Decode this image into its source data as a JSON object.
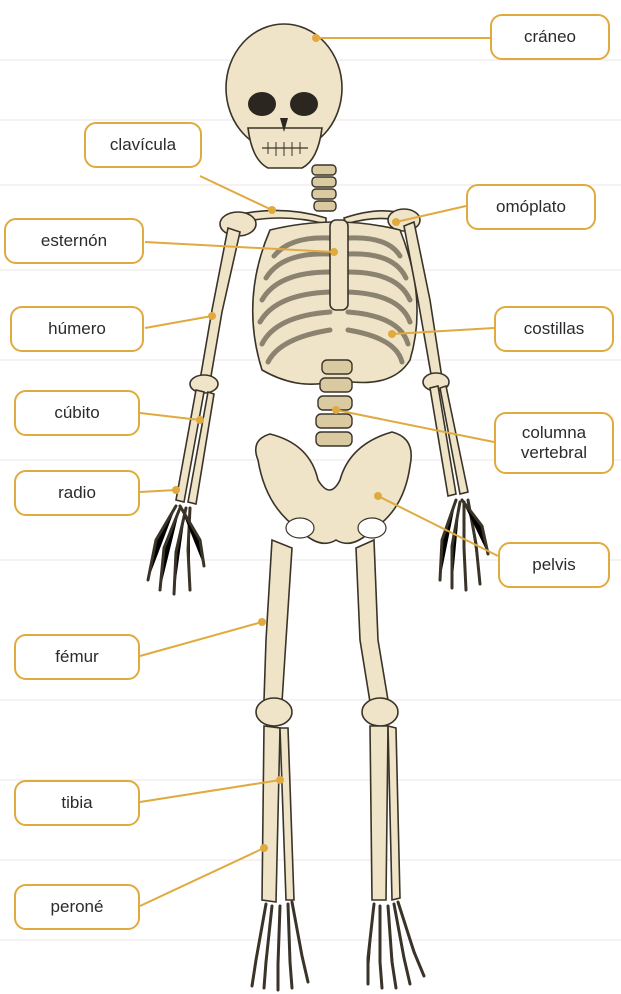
{
  "colors": {
    "label_border": "#e0aa3e",
    "bone": "#efe4c8",
    "outline": "#3a3328",
    "background_text": "#e8e0e4"
  },
  "labels": {
    "craneo": "cráneo",
    "clavicula": "clavícula",
    "omoplato": "omóplato",
    "esternon": "esternón",
    "humero": "húmero",
    "costillas": "costillas",
    "cubito": "cúbito",
    "columna": "columna\nvertebral",
    "radio": "radio",
    "pelvis": "pelvis",
    "femur": "fémur",
    "tibia": "tibia",
    "perone": "peroné"
  }
}
